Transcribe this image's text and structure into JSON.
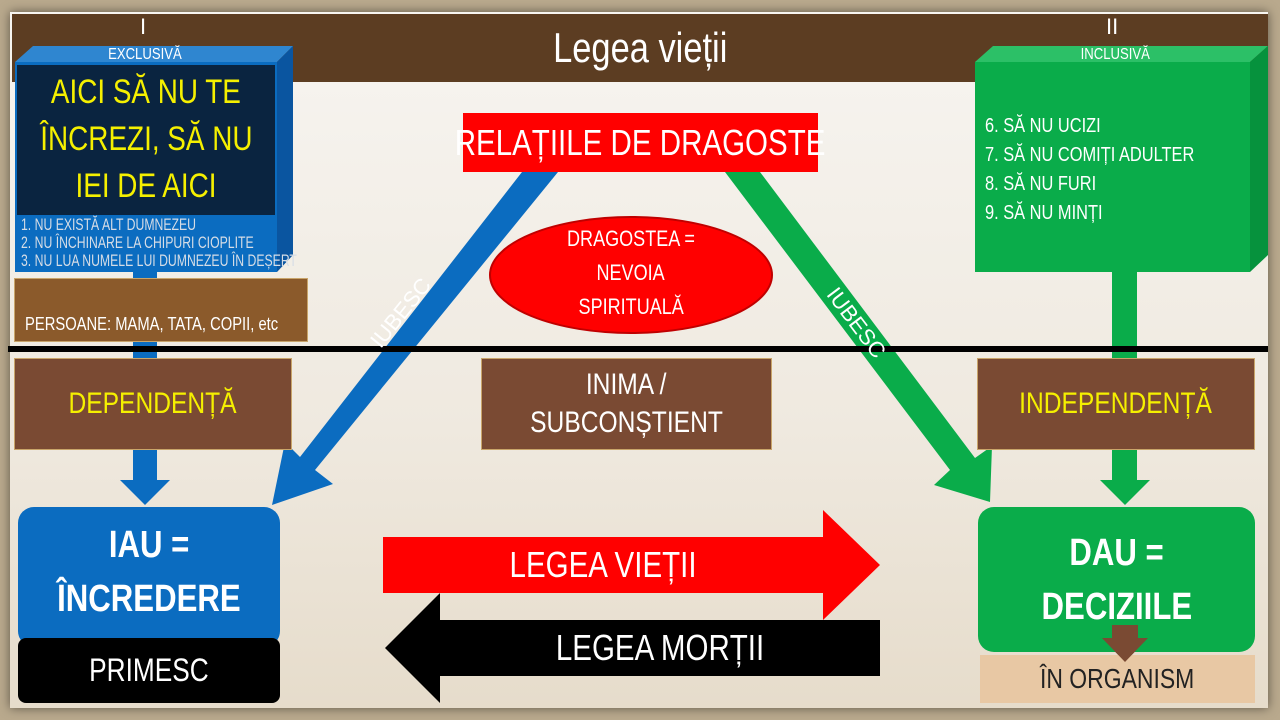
{
  "title": "Legea vieții",
  "left_column": {
    "numeral": "I",
    "label": "EXCLUSIVĂ",
    "commandments": [
      "1. NU EXISTĂ ALT DUMNEZEU",
      "2. NU ÎNCHINARE LA CHIPURI CIOPLITE",
      "3. NU LUA NUMELE LUI DUMNEZEU ÎN DEȘERT"
    ],
    "overlay_lines": [
      "AICI SĂ NU TE",
      "ÎNCREZI, SĂ NU",
      "IEI DE AICI"
    ],
    "persons": "PERSOANE: MAMA, TATA, COPII, etc",
    "state": "DEPENDENȚĂ",
    "result_lines": [
      "IAU =",
      "ÎNCREDERE"
    ],
    "footer": "PRIMESC"
  },
  "right_column": {
    "numeral": "II",
    "label": "INCLUSIVĂ",
    "commandments": [
      "6. SĂ NU UCIZI",
      "7. SĂ NU COMIȚI ADULTER",
      "8. SĂ NU FURI",
      "9. SĂ NU MINȚI"
    ],
    "state": "INDEPENDENȚĂ",
    "result_lines": [
      "DAU =",
      "DECIZIILE"
    ],
    "footer": "ÎN ORGANISM"
  },
  "center": {
    "relations": "RELAȚIILE DE DRAGOSTE",
    "love_lines": [
      "DRAGOSTEA =",
      "NEVOIA",
      "SPIRITUALĂ"
    ],
    "heart_lines": [
      "INIMA /",
      "SUBCONȘTIENT"
    ],
    "left_arrow_label": "IUBESC",
    "right_arrow_label": "IUBESC",
    "law_of_life": "LEGEA VIEȚII",
    "law_of_death": "LEGEA MORȚII"
  },
  "colors": {
    "brown_bar": "#5c3d22",
    "blue": "#0b6cc0",
    "green": "#0aac4a",
    "red": "#ff0000",
    "yellow": "#f5f000",
    "box_brown": "#7a4a33"
  }
}
